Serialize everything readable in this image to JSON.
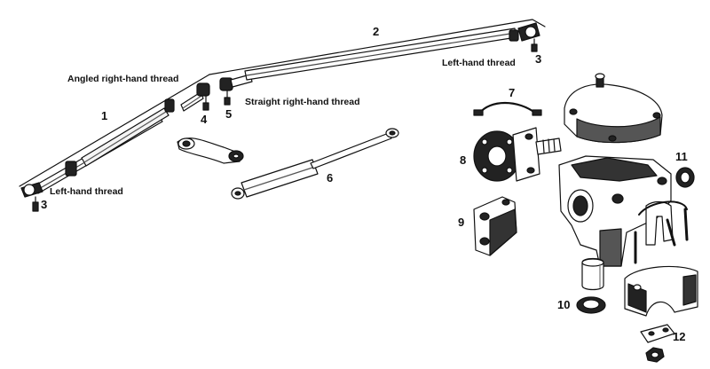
{
  "captions": {
    "angled_rh": "Angled right-hand thread",
    "left_hand_a": "Left-hand thread",
    "left_hand_b": "Left-hand thread",
    "straight_rh": "Straight right-hand thread"
  },
  "callouts": [
    "1",
    "2",
    "3",
    "3",
    "4",
    "5",
    "6",
    "7",
    "8",
    "9",
    "10",
    "11",
    "12"
  ],
  "colors": {
    "ink": "#111111",
    "paper": "#ffffff",
    "shade": "#555555"
  }
}
